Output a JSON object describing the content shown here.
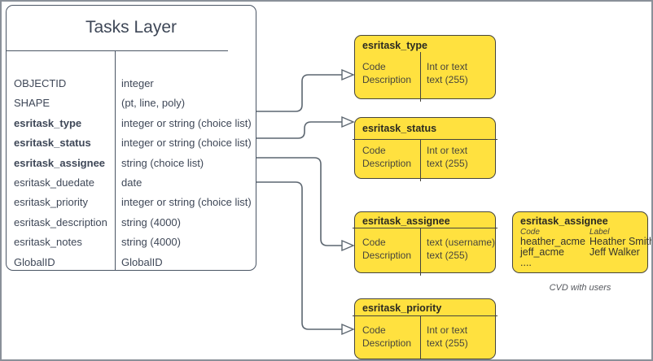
{
  "main_table": {
    "title": "Tasks Layer",
    "rows": [
      {
        "field": "OBJECTID",
        "type": "integer",
        "bold": false
      },
      {
        "field": "SHAPE",
        "type": "(pt, line, poly)",
        "bold": false
      },
      {
        "field": "esritask_type",
        "type": "integer or string (choice list)",
        "bold": true
      },
      {
        "field": "esritask_status",
        "type": "integer or string (choice list)",
        "bold": true
      },
      {
        "field": "esritask_assignee",
        "type": "string (choice list)",
        "bold": true
      },
      {
        "field": "esritask_duedate",
        "type": "date",
        "bold": false
      },
      {
        "field": "esritask_priority",
        "type": "integer or string (choice list)",
        "bold": false
      },
      {
        "field": "esritask_description",
        "type": "string (4000)",
        "bold": false
      },
      {
        "field": "esritask_notes",
        "type": "string (4000)",
        "bold": false
      },
      {
        "field": "GlobalID",
        "type": "GlobalID",
        "bold": false
      }
    ]
  },
  "domain_tables": [
    {
      "title": "esritask_type",
      "fields": [
        "Code",
        "Description"
      ],
      "types": [
        "Int or text",
        "text (255)"
      ]
    },
    {
      "title": "esritask_status",
      "fields": [
        "Code",
        "Description"
      ],
      "types": [
        "Int or text",
        "text (255)"
      ]
    },
    {
      "title": "esritask_assignee",
      "fields": [
        "Code",
        "Description"
      ],
      "types": [
        "text  (username)",
        "text (255)"
      ]
    },
    {
      "title": "esritask_priority",
      "fields": [
        "Code",
        "Description"
      ],
      "types": [
        "Int or text",
        "text (255)"
      ]
    }
  ],
  "cvd_table": {
    "title": "esritask_assignee",
    "columns": [
      "Code",
      "Label"
    ],
    "rows": [
      {
        "code": "heather_acme",
        "label": "Heather Smith"
      },
      {
        "code": "jeff_acme",
        "label": "Jeff Walker"
      },
      {
        "code": "....",
        "label": ""
      }
    ],
    "caption": "CVD with users"
  },
  "colors": {
    "yellow_fill": "#FFE13F",
    "yellow_border": "#45443C",
    "main_border": "#4A5564",
    "main_text": "#3E4757",
    "connector": "#5C6670",
    "frame_border": "#8A9099"
  }
}
